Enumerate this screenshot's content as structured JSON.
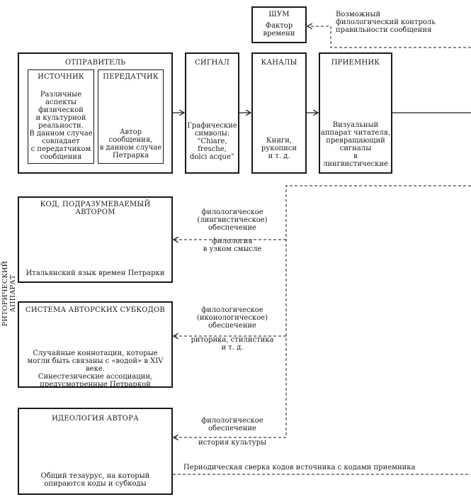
{
  "noise": {
    "title": "ШУМ",
    "text": "Фактор\nвремени"
  },
  "noise_note": "Возможный\nфилологический контроль\nправильности сообщения",
  "sender": {
    "title": "ОТПРАВИТЕЛЬ",
    "source": {
      "title": "ИСТОЧНИК",
      "text": "Различные\nаспекты\nфизической\nи культурной\nреальности.\nВ данном случае\nсовпадает\nс передатчиком\nсообщения"
    },
    "transmitter": {
      "title": "ПЕРЕДАТЧИК",
      "text": "Автор\nсообщения,\nв данном случае\nПетрарка"
    }
  },
  "signal": {
    "title": "СИГНАЛ",
    "text": "Графические\nсимволы:\n“Chiare,\nfresche,\ndolci acque”"
  },
  "channels": {
    "title": "КАНАЛЫ",
    "text": "Книги,\nрукописи\nи т. д."
  },
  "receiver": {
    "title": "ПРИЕМНИК",
    "text": "Визуальный\nаппарат читателя,\nпревращающий\nсигналы\nв лингвистические"
  },
  "side_label": "РИТОРИЧЕСКИЙ АППАРАТ",
  "code": {
    "title": "КОД, ПОДРАЗУМЕВАЕМЫЙ АВТОРОМ",
    "text": "Итальянский язык времен Петрарки"
  },
  "code_note": {
    "upper": "филологическое\n(лингвистическое)\nобеспечение",
    "lower": "филология\nв узком смысле"
  },
  "subcodes": {
    "title": "СИСТЕМА АВТОРСКИХ СУБКОДОВ",
    "text": "Случайные коннотации, которые\nмогли быть связаны с «водой» в XIV веке.\nСинестезические ассоциации,\nпредусмотренные Петраркой"
  },
  "subcodes_note": {
    "upper": "филологическое\n(иконологическое)\nобеспечение",
    "lower": "риторика, стилистика\nи т. д."
  },
  "ideology": {
    "title": "ИДЕОЛОГИЯ АВТОРА",
    "text": "Общий тезаурус, на который\nопираются коды и субкоды"
  },
  "ideology_note": {
    "upper": "филологическое\nобеспечение",
    "lower": "история культуры"
  },
  "bottom_note": "Периодическая сверка кодов источника с кодами приемника"
}
